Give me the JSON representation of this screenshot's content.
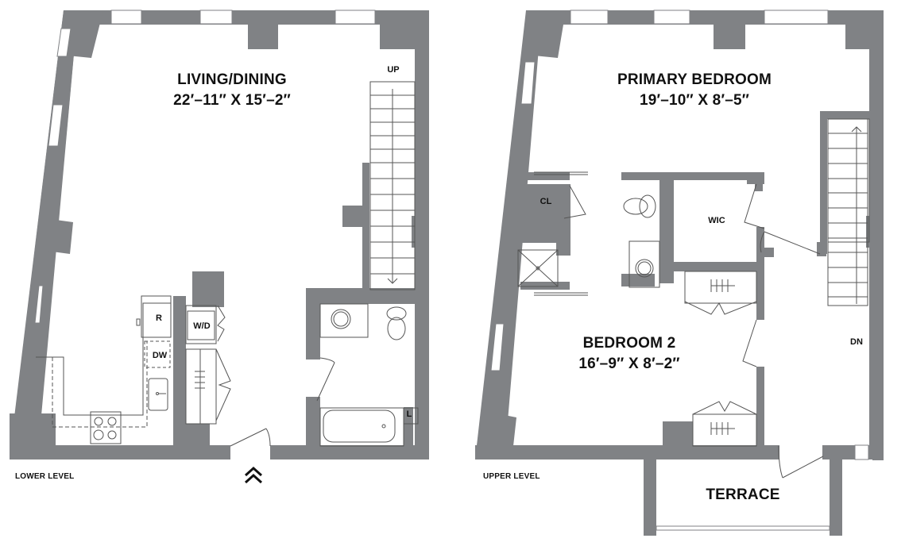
{
  "colors": {
    "wall": "#808285",
    "background": "#ffffff",
    "text": "#111111",
    "line": "#555555"
  },
  "lower_level": {
    "label": "LOWER LEVEL",
    "rooms": {
      "living_dining": {
        "name": "LIVING/DINING",
        "dimensions": "22′–11″ X 15′–2″"
      }
    },
    "fixtures": {
      "refrigerator": "R",
      "dishwasher": "DW",
      "washer_dryer": "W/D",
      "linen": "L",
      "stairs": "UP"
    },
    "entry_icon": "double-chevron-up-icon"
  },
  "upper_level": {
    "label": "UPPER LEVEL",
    "rooms": {
      "primary_bedroom": {
        "name": "PRIMARY BEDROOM",
        "dimensions": "19′–10″ X 8′–5″"
      },
      "bedroom_2": {
        "name": "BEDROOM 2",
        "dimensions": "16′–9″ X 8′–2″"
      },
      "terrace": {
        "name": "TERRACE"
      }
    },
    "fixtures": {
      "closet": "CL",
      "walk_in_closet": "WIC",
      "stairs": "DN"
    }
  }
}
